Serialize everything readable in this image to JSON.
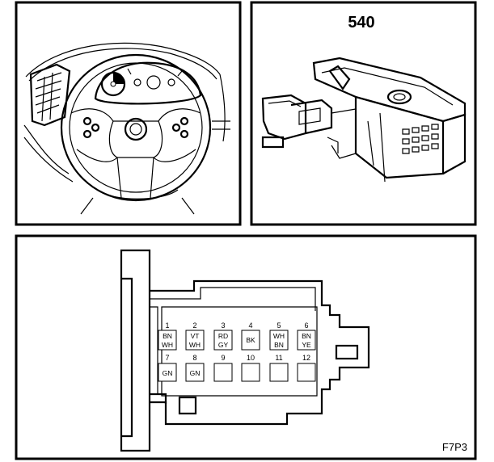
{
  "connector_label": "540",
  "figure_code": "F7P3",
  "pins_top": [
    {
      "num": "1",
      "c1": "BN",
      "c2": "WH"
    },
    {
      "num": "2",
      "c1": "VT",
      "c2": "WH"
    },
    {
      "num": "3",
      "c1": "RD",
      "c2": "GY"
    },
    {
      "num": "4",
      "c1": "BK",
      "c2": ""
    },
    {
      "num": "5",
      "c1": "WH",
      "c2": "BN"
    },
    {
      "num": "6",
      "c1": "BN",
      "c2": "YE"
    }
  ],
  "pins_bottom": [
    {
      "num": "7",
      "c1": "GN"
    },
    {
      "num": "8",
      "c1": "GN"
    },
    {
      "num": "9",
      "c1": ""
    },
    {
      "num": "10",
      "c1": ""
    },
    {
      "num": "11",
      "c1": ""
    },
    {
      "num": "12",
      "c1": ""
    }
  ]
}
